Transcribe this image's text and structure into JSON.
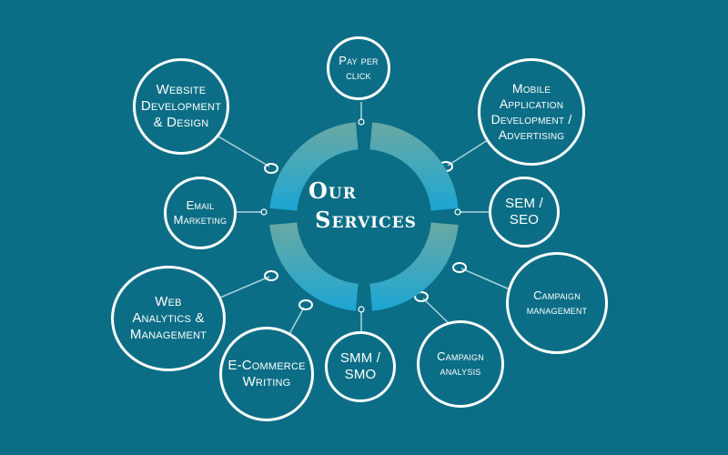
{
  "center": {
    "line1": "Our",
    "line2": "Services",
    "ring_colors": [
      "#5fa7a6",
      "#1fa0cc"
    ]
  },
  "services": [
    {
      "id": "pay-per-click",
      "label": "Pay per\nclick"
    },
    {
      "id": "website-development-design",
      "label": "Website\nDevelopment\n& Design"
    },
    {
      "id": "mobile-application-development-advertising",
      "label": "Mobile\nApplication\nDevelopment /\nAdvertising"
    },
    {
      "id": "email-marketing",
      "label": "Email\nMarketing"
    },
    {
      "id": "sem-seo",
      "label": "SEM /\nSEO"
    },
    {
      "id": "web-analytics-management",
      "label": "Web\nAnalytics &\nManagement"
    },
    {
      "id": "campaign-management",
      "label": "Campaign\nmanagement"
    },
    {
      "id": "e-commerce-writing",
      "label": "E-Commerce\nWriting"
    },
    {
      "id": "smm-smo",
      "label": "SMM /\nSMO"
    },
    {
      "id": "campaign-analysis",
      "label": "Campaign\nanalysis"
    }
  ],
  "colors": {
    "background": "#0b6e86",
    "outline": "#ffffff",
    "connector": "#a9d3de"
  }
}
